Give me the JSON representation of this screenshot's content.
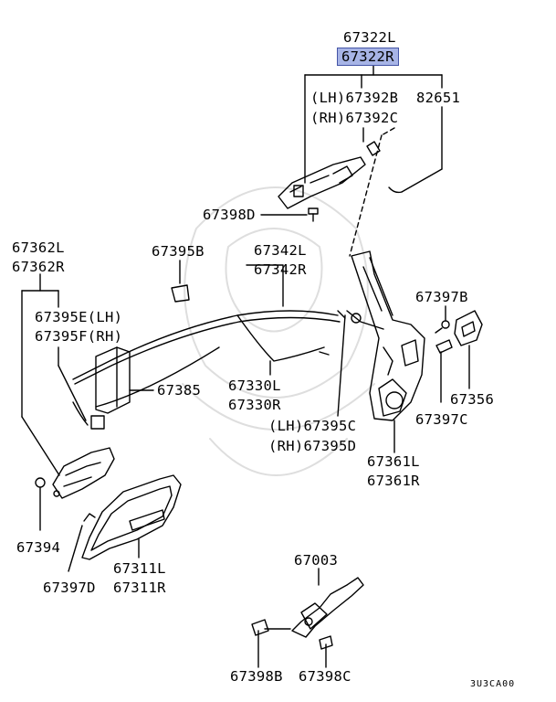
{
  "labels": {
    "p67322L": "67322L",
    "p67322R": "67322R",
    "p67392B": "(LH)67392B",
    "p67392C": "(RH)67392C",
    "p82651": "82651",
    "p67398D": "67398D",
    "p67362L": "67362L",
    "p67362R": "67362R",
    "p67395B": "67395B",
    "p67342L": "67342L",
    "p67342R": "67342R",
    "p67395E": "67395E(LH)",
    "p67395F": "67395F(RH)",
    "p67397B": "67397B",
    "p67385": "67385",
    "p67330L": "67330L",
    "p67330R": "67330R",
    "p67356": "67356",
    "p67397C": "67397C",
    "p67395C": "(LH)67395C",
    "p67395D": "(RH)67395D",
    "p67361L": "67361L",
    "p67361R": "67361R",
    "p67394": "67394",
    "p67311L": "67311L",
    "p67311R": "67311R",
    "p67397D": "67397D",
    "p67003": "67003",
    "p67398B": "67398B",
    "p67398C": "67398C",
    "code": "3U3CA00"
  },
  "highlight_color": "#a7b4e6"
}
